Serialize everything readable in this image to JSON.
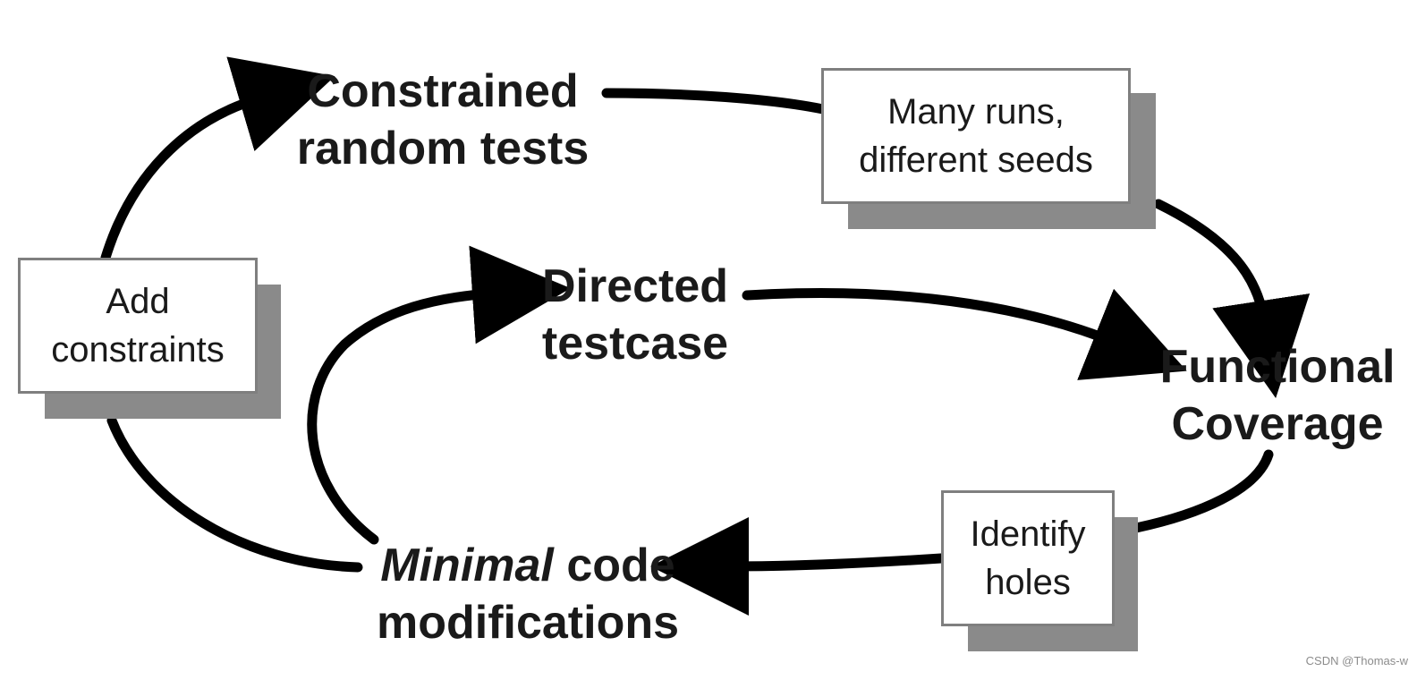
{
  "nodes": {
    "constrained": {
      "line1": "Constrained",
      "line2": "random tests"
    },
    "directed": {
      "line1": "Directed",
      "line2": "testcase"
    },
    "coverage": {
      "line1": "Functional",
      "line2": "Coverage"
    },
    "minimal": {
      "italic": "Minimal",
      "rest": " code",
      "line2": "modifications"
    }
  },
  "boxes": {
    "many_runs": {
      "line1": "Many runs,",
      "line2": "different seeds"
    },
    "add_constraints": {
      "line1": "Add",
      "line2": "constraints"
    },
    "identify_holes": {
      "line1": "Identify",
      "line2": "holes"
    }
  },
  "colors": {
    "arrow": "#000000",
    "text": "#1a1a1a",
    "box_border": "#7f7f7f",
    "shadow": "#8a8a8a"
  },
  "watermark": "CSDN @Thomas-w"
}
